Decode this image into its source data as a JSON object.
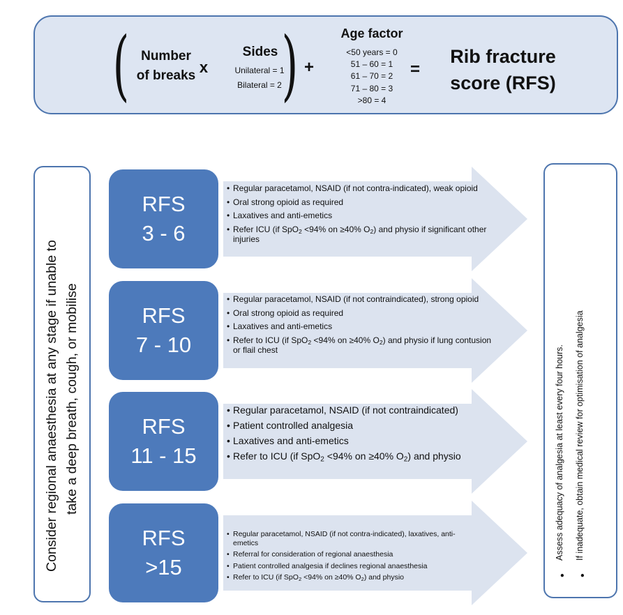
{
  "formula": {
    "number_of_breaks": [
      "Number",
      "of breaks"
    ],
    "times": "x",
    "sides_title": "Sides",
    "sides_items": [
      "Unilateral = 1",
      "Bilateral = 2"
    ],
    "plus": "+",
    "age_title": "Age factor",
    "age_items": [
      "<50 years = 0",
      "51 – 60 = 1",
      "61 – 70 = 2",
      "71 – 80 = 3",
      ">80 = 4"
    ],
    "equals": "=",
    "result": [
      "Rib fracture",
      "score (RFS)"
    ]
  },
  "left_note": [
    "Consider regional anaesthesia at any stage if unable to",
    "take a deep breath, cough, or mobilise"
  ],
  "right_note": {
    "bullet": "•",
    "items": [
      "Assess adequacy of analgesia at least every four hours.",
      "If inadequate, obtain medical review for optimisation of analgesia"
    ]
  },
  "tiers": [
    {
      "label": [
        "RFS",
        "3 - 6"
      ],
      "bullets": [
        [
          "Regular paracetamol, NSAID (if not contra-indicated), weak opioid"
        ],
        [
          "Oral strong opioid as required"
        ],
        [
          "Laxatives and anti-emetics"
        ],
        [
          "Refer ICU (if SpO",
          "2",
          " <94% on ≥40% O",
          "2",
          ") and physio if significant other injuries"
        ]
      ]
    },
    {
      "label": [
        "RFS",
        "7 - 10"
      ],
      "bullets": [
        [
          "Regular paracetamol, NSAID (if not contraindicated), strong opioid"
        ],
        [
          "Oral strong opioid as required"
        ],
        [
          "Laxatives and anti-emetics"
        ],
        [
          "Refer to ICU (if SpO",
          "2",
          " <94% on ≥40% O",
          "2",
          ") and physio if lung contusion or flail chest"
        ]
      ]
    },
    {
      "label": [
        "RFS",
        "11 - 15"
      ],
      "bullets": [
        [
          "Regular paracetamol, NSAID (if not contraindicated)"
        ],
        [
          "Patient controlled analgesia"
        ],
        [
          "Laxatives and anti-emetics"
        ],
        [
          "Refer to ICU (if SpO",
          "2",
          " <94% on ≥40% O",
          "2",
          ") and physio"
        ]
      ]
    },
    {
      "label": [
        "RFS",
        ">15"
      ],
      "bullets": [
        [
          "Regular paracetamol, NSAID (if not contra-indicated), laxatives, anti-emetics"
        ],
        [
          "Referral for consideration of regional anaesthesia"
        ],
        [
          "Patient controlled analgesia if declines regional anaesthesia"
        ],
        [
          "Refer to ICU (if SpO",
          "2",
          " <94% on ≥40% O",
          "2",
          ") and physio"
        ]
      ]
    }
  ],
  "colors": {
    "box_fill": "#4d7abb",
    "arrow_fill": "#dce3ef",
    "border": "#4d75ae",
    "formula_fill": "#dde5f2"
  }
}
